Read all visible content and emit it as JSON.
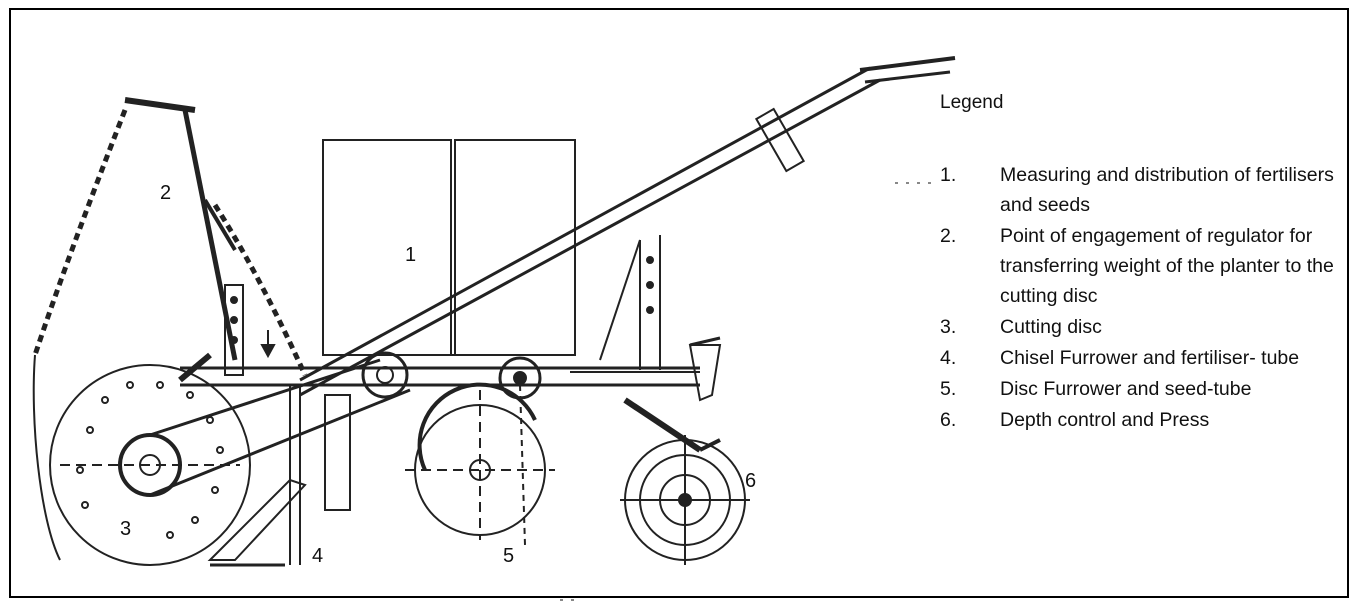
{
  "legend": {
    "title": "Legend",
    "items": [
      {
        "num": "1.",
        "text": "Measuring and distribution of fertilisers and seeds"
      },
      {
        "num": "2.",
        "text": "Point of engagement of regulator for transferring weight of the planter to the cutting disc"
      },
      {
        "num": "3.",
        "text": "Cutting disc"
      },
      {
        "num": "4.",
        "text": "Chisel Furrower and fertiliser- tube"
      },
      {
        "num": "5.",
        "text": "Disc Furrower and seed-tube"
      },
      {
        "num": "6.",
        "text": "Depth control and Press"
      }
    ]
  },
  "callouts": {
    "c1": "1",
    "c2": "2",
    "c3": "3",
    "c4": "4",
    "c5": "5",
    "c6": "6"
  }
}
